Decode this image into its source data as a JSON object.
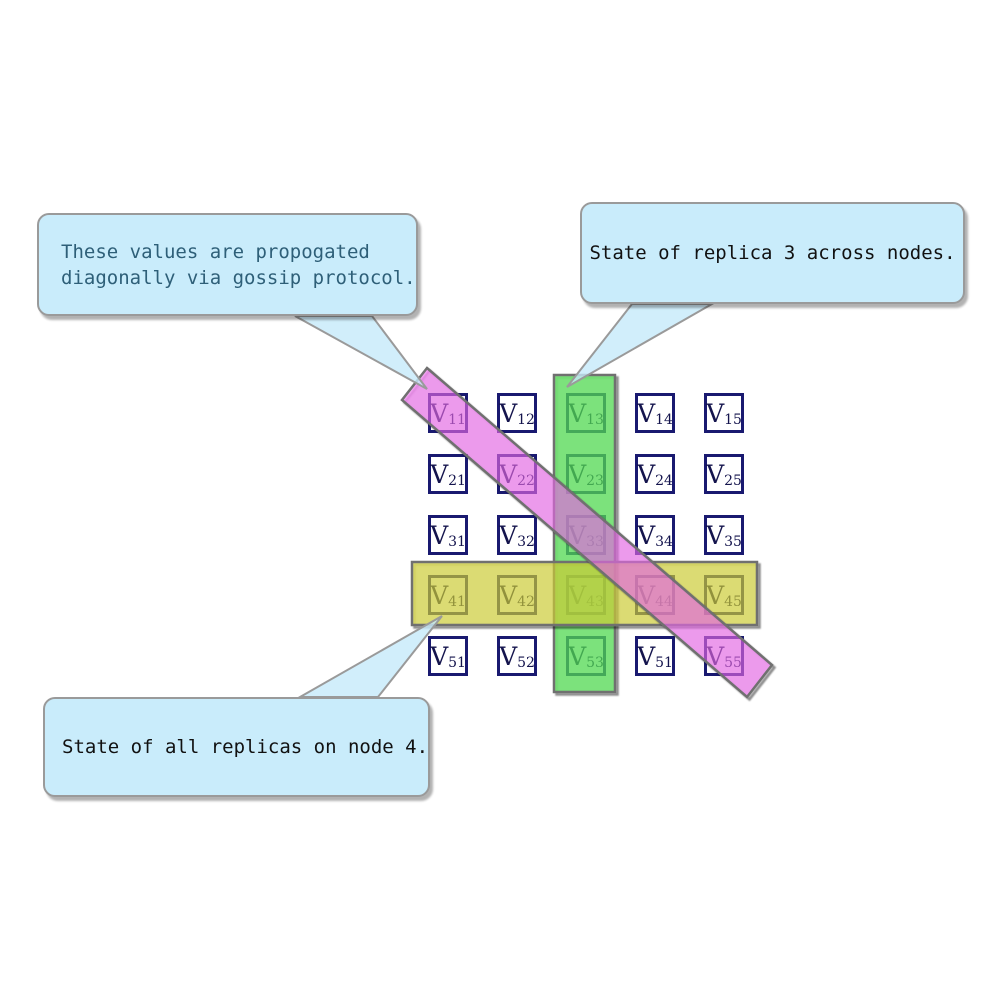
{
  "callouts": {
    "gossip": {
      "lines": [
        "These values are propogated",
        "diagonally via gossip protocol."
      ],
      "text_color": "#2e5f78"
    },
    "replica": {
      "text": "State of replica 3 across nodes.",
      "text_color": "#111111"
    },
    "node": {
      "text": "State of all replicas on node 4.",
      "text_color": "#111111"
    },
    "bubble_fill": "#c9ecfb",
    "bubble_border": "#9a9a9a"
  },
  "grid": {
    "cell_base": "V",
    "rows": [
      [
        "11",
        "12",
        "13",
        "14",
        "15"
      ],
      [
        "21",
        "22",
        "23",
        "24",
        "25"
      ],
      [
        "31",
        "32",
        "33",
        "34",
        "35"
      ],
      [
        "41",
        "42",
        "43",
        "44",
        "45"
      ],
      [
        "51",
        "52",
        "53",
        "51",
        "55"
      ]
    ],
    "cell_border_color": "#191970"
  },
  "highlights": {
    "column_band": {
      "meaning": "replica 3 across nodes",
      "fill": "rgba(87,230,87,0.65)"
    },
    "row_band": {
      "meaning": "all replicas on node 4",
      "fill": "rgba(219,219,55,0.58)"
    },
    "diagonal_band": {
      "meaning": "values propogated diagonally via gossip protocol",
      "fill": "rgba(244,112,244,0.55)"
    },
    "band_stroke": "#6f6f6f",
    "leader_fill": "rgba(198,234,250,0.8)",
    "leader_stroke": "#9a9a9a"
  }
}
